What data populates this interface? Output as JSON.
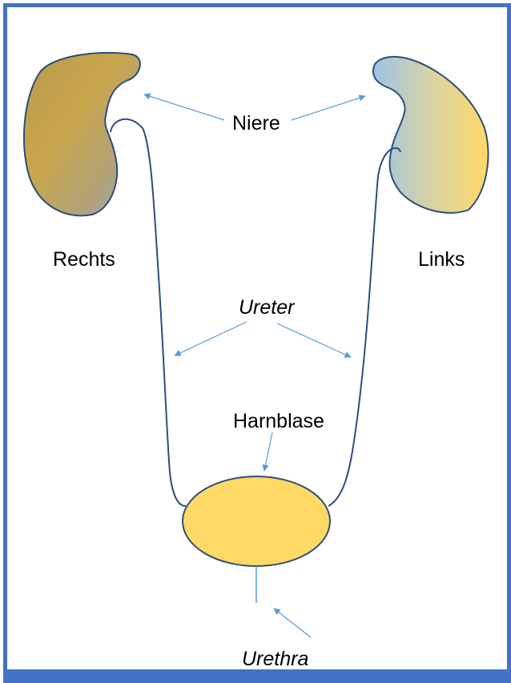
{
  "labels": {
    "kidney": "Niere",
    "right": "Rechts",
    "left": "Links",
    "ureter": "Ureter",
    "bladder": "Harnblase",
    "urethra": "Urethra"
  },
  "colors": {
    "frame": "#4472c4",
    "arrow": "#5b9bd5",
    "outline": "#2e4d7b",
    "bladder_fill": "#ffd966",
    "kidney_gold": "#c9a64a",
    "kidney_blue": "#9dc3e6"
  }
}
